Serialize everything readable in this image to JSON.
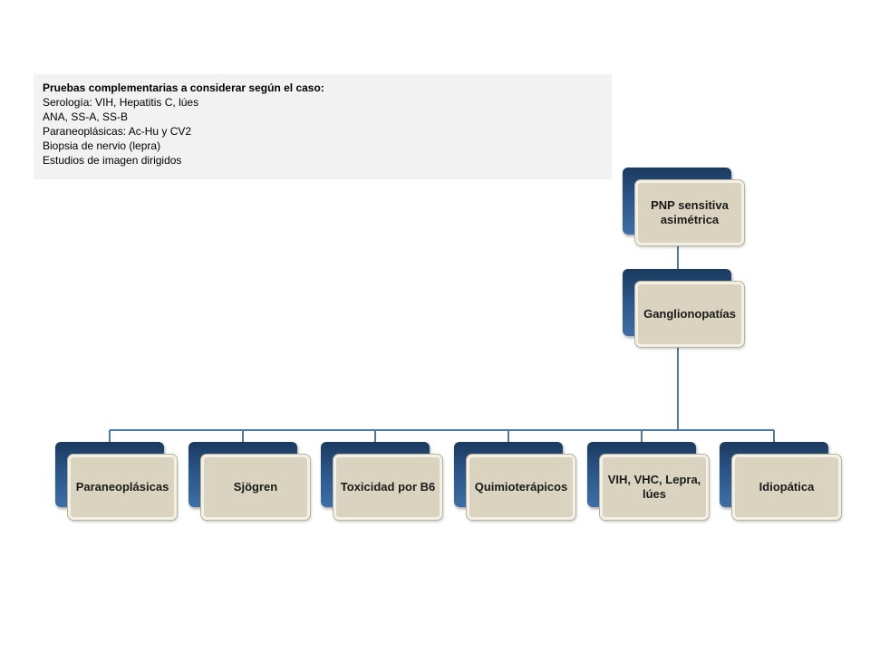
{
  "note": {
    "title": "Pruebas complementarias a considerar según el caso:",
    "lines": [
      "Serología: VIH, Hepatitis C, lúes",
      "ANA, SS-A, SS-B",
      "Paraneoplásicas: Ac-Hu y CV2",
      "Biopsia de nervio (lepra)",
      "Estudios de imagen dirigidos"
    ]
  },
  "tree": {
    "root": "PNP sensitiva asimétrica",
    "middle": "Ganglionopatías",
    "leaves": [
      "Paraneoplásicas",
      "Sjögren",
      "Toxicidad por B6",
      "Quimioterápicos",
      "VIH, VHC, Lepra, lúes",
      "Idiopática"
    ]
  },
  "colors": {
    "back_box": "#2a5588",
    "front_box": "#d9d3c0",
    "connector": "#4a78a8",
    "note_background": "#f2f2f2"
  }
}
